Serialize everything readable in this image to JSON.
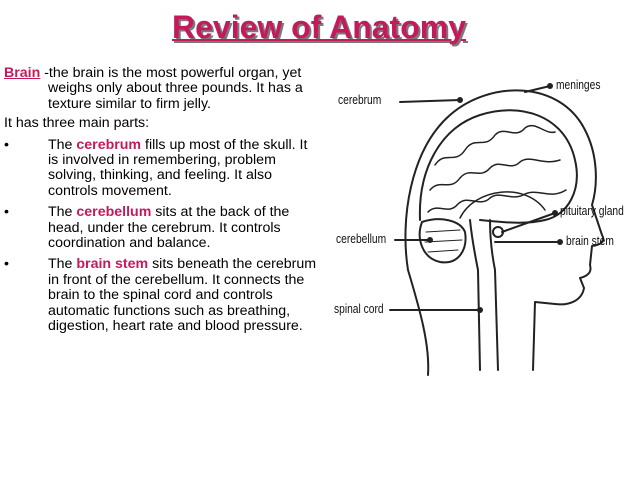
{
  "title": "Review of Anatomy",
  "intro": {
    "term": "Brain",
    "text": " -the brain is the most powerful organ, yet weighs only about three pounds. It has a texture similar to firm jelly."
  },
  "parts_intro": "It has three main parts:",
  "bullets": [
    {
      "symbol": "•",
      "pre": "The ",
      "term": "cerebrum",
      "post": " fills up most of the skull. It is involved in remembering, problem solving, thinking, and feeling. It also controls movement."
    },
    {
      "symbol": "•",
      "pre": "The ",
      "term": "cerebellum",
      "post": " sits at the back of the head, under the cerebrum. It controls coordination and balance."
    },
    {
      "symbol": "•",
      "pre": "The ",
      "term": "brain stem",
      "post": " sits beneath the cerebrum in front of the cerebellum. It connects the brain to the spinal cord and controls automatic functions such as breathing, digestion, heart rate and blood pressure."
    }
  ],
  "diagram_labels": {
    "cerebrum": "cerebrum",
    "meninges": "meninges",
    "pituitary": "pituitary gland",
    "cerebellum": "cerebellum",
    "brainstem": "brain stem",
    "spinal": "spinal cord"
  },
  "colors": {
    "accent": "#c6195c",
    "title_shadow": "#7a7a7a"
  }
}
